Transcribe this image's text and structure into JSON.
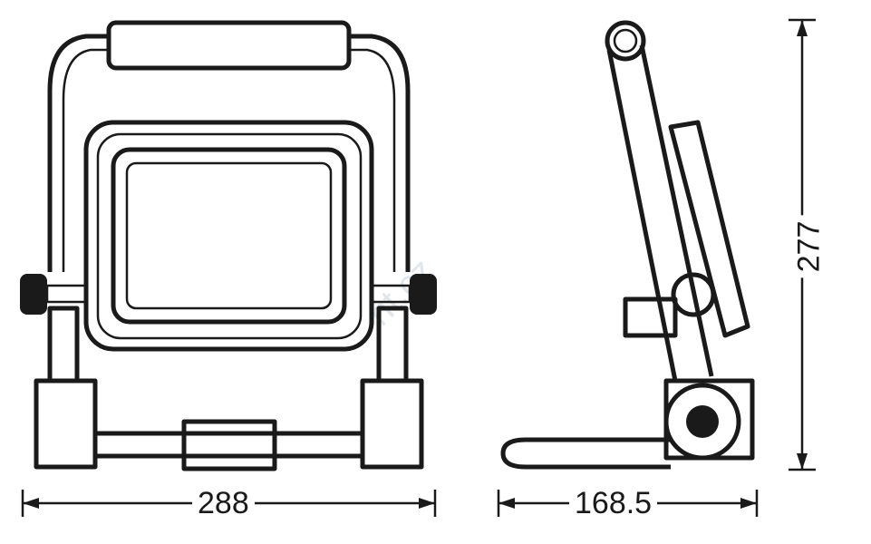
{
  "dimensions": {
    "front_width": "288",
    "side_depth": "168.5",
    "height": "277"
  },
  "watermark": "nt.cz"
}
